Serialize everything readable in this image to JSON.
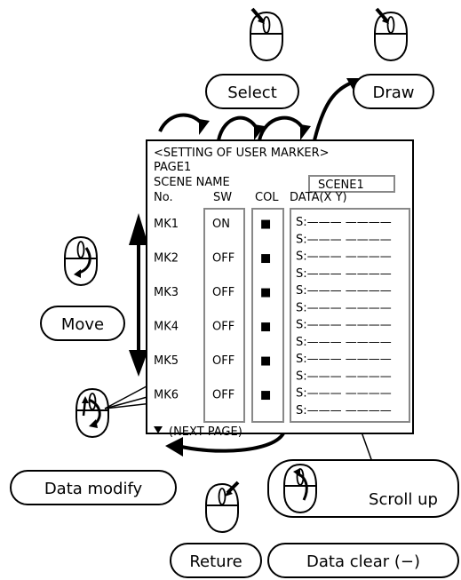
{
  "screen": {
    "header": "<SETTING OF USER MARKER>",
    "page": "PAGE1",
    "scene_label": "SCENE NAME",
    "scene_value": "SCENE1",
    "col_no": "No.",
    "col_sw": "SW",
    "col_col": "COL",
    "col_data": "DATA(X    Y)",
    "markers": [
      {
        "name": "MK1",
        "sw": "ON"
      },
      {
        "name": "MK2",
        "sw": "OFF"
      },
      {
        "name": "MK3",
        "sw": "OFF"
      },
      {
        "name": "MK4",
        "sw": "OFF"
      },
      {
        "name": "MK5",
        "sw": "OFF"
      },
      {
        "name": "MK6",
        "sw": "OFF"
      }
    ],
    "color_glyph": "■",
    "data_row": "S:———  ————",
    "next_page": "(NEXT PAGE)"
  },
  "labels": {
    "select": "Select",
    "draw": "Draw",
    "move": "Move",
    "data_modify": "Data modify",
    "scroll_up": "Scroll up",
    "return": "Reture",
    "data_clear": "Data clear (−)"
  },
  "icons": {
    "mouse": "mouse-icon",
    "arrow": "arrow-icon"
  }
}
